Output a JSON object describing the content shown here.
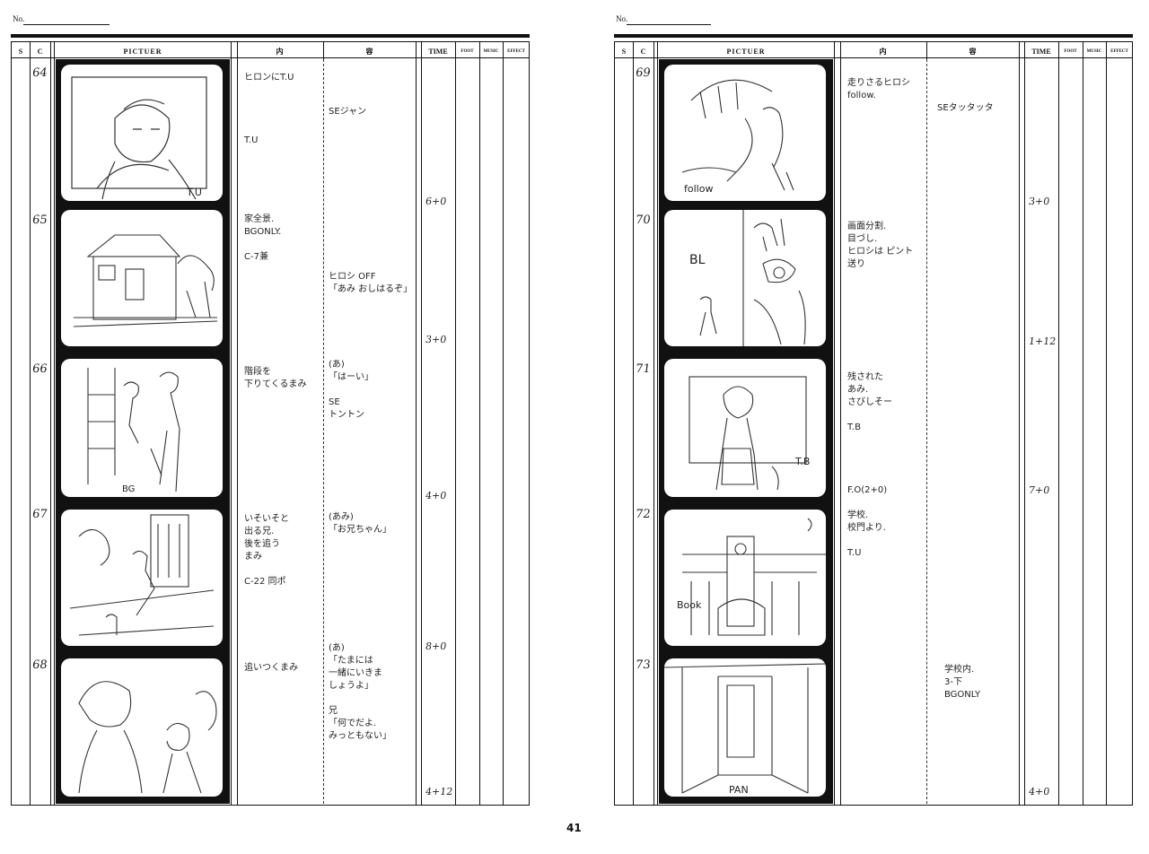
{
  "page_number": "41",
  "header": {
    "no_label": "No.",
    "s": "S",
    "c": "C",
    "picture": "PICTUER",
    "content_left": "内",
    "content_right": "容",
    "time": "TIME",
    "foot": "FOOT",
    "music": "MUSIC",
    "effect": "EFFECT"
  },
  "left_page": {
    "cuts": [
      {
        "num": "64",
        "content": "ヒロンにT.U\n\n\n\n\nT.U",
        "sound": "\n\nSEジャン",
        "time": "6+0",
        "frame_label": "T.U"
      },
      {
        "num": "65",
        "content": "家全景.\nBGONLY.\n\nC-7兼",
        "sound": "\n\n\nヒロシ OFF\n「あみ おしはるぞ」",
        "time": "3+0",
        "frame_label": ""
      },
      {
        "num": "66",
        "content": "階段を\n下りてくるまみ",
        "sound": "(あ)\n「はーい」\n\nSE\nトントン",
        "time": "4+0",
        "frame_label": "BG"
      },
      {
        "num": "67",
        "content": "いそいそと\n出る兄.\n後を追う\nまみ\n\nC-22 同ポ",
        "sound": "(あみ)\n「お兄ちゃん」",
        "time": "8+0",
        "frame_label": ""
      },
      {
        "num": "68",
        "content": "追いつくまみ",
        "sound": "(あ)\n「たまには\n一緒にいきま\nしょうよ」\n\n兄\n「何でだよ.\nみっともない」",
        "time": "4+12",
        "frame_label": ""
      }
    ]
  },
  "right_page": {
    "cuts": [
      {
        "num": "69",
        "content": "走りさるヒロシ\nfollow.",
        "sound": "\nSEタッタッタ",
        "time": "3+0",
        "frame_label": "follow"
      },
      {
        "num": "70",
        "content": "画面分割.\n目づし.\nヒロシは ピント\n送り",
        "sound": "",
        "time": "1+12",
        "frame_label": "BL"
      },
      {
        "num": "71",
        "content": "残された\nあみ.\nさびしそー\n\nT.B",
        "sound": "",
        "time": "7+0",
        "frame_label": "T.B"
      },
      {
        "num": "72",
        "content": "F.O(2+0)\n\n学校.\n校門より.\n\nT.U",
        "sound": "",
        "time": "",
        "frame_label": "Book"
      },
      {
        "num": "73",
        "content": "",
        "sound": "学校内.\n3-下\nBGONLY",
        "time": "4+0",
        "frame_label": "PAN"
      }
    ]
  }
}
